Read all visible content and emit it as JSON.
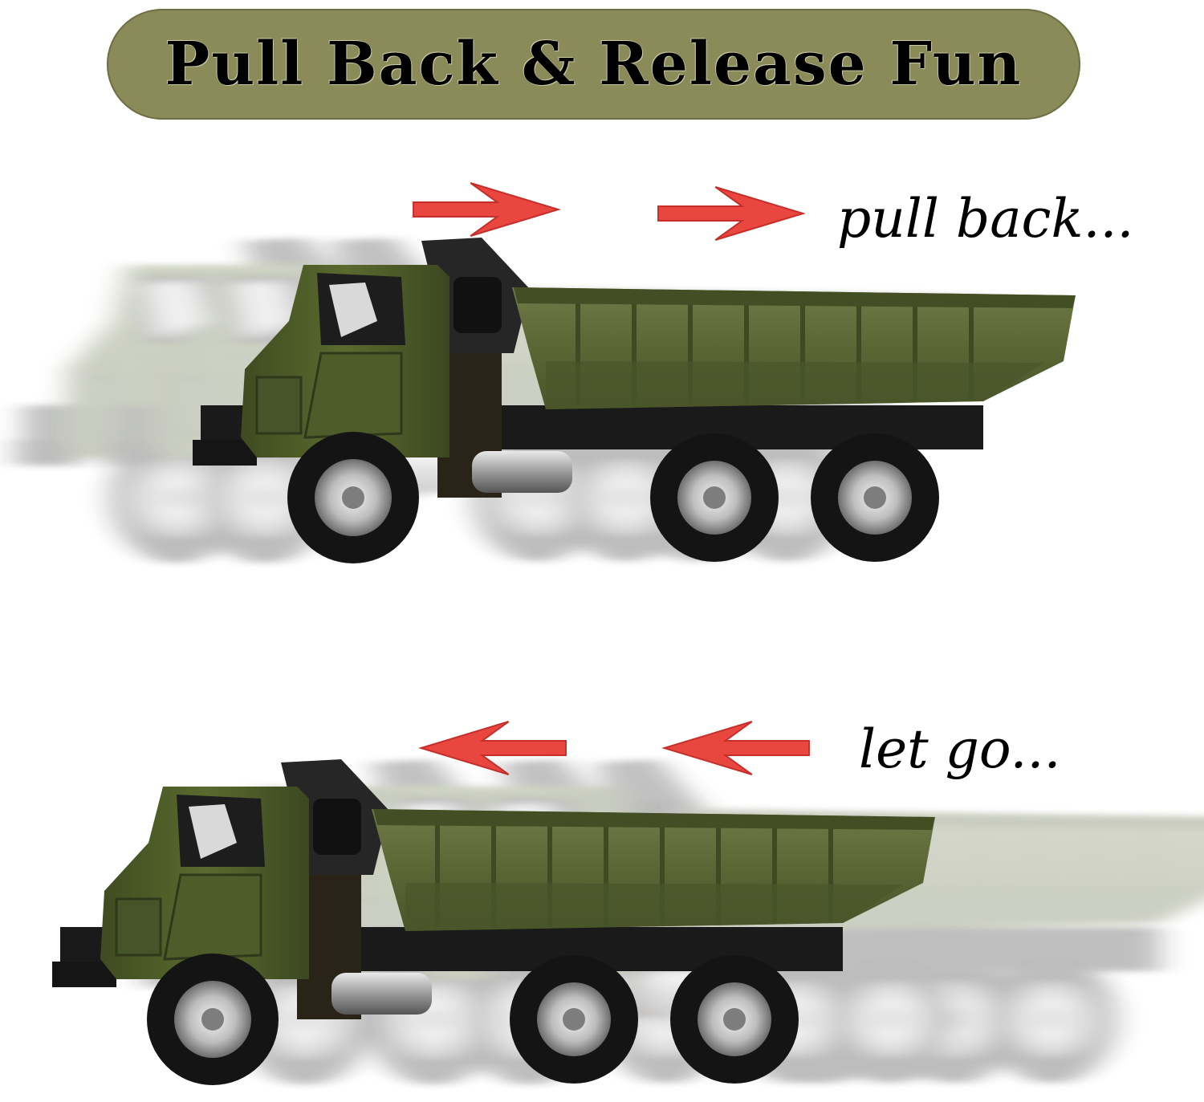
{
  "banner": {
    "title": "Pull Back & Release Fun"
  },
  "steps": [
    {
      "caption": "pull back...",
      "direction": "right"
    },
    {
      "caption": "let go...",
      "direction": "left"
    }
  ],
  "colors": {
    "banner_bg": "#8b8b5a",
    "arrow": "#e8463f",
    "truck_body": "#4f5e2c",
    "truck_dark": "#3a4620",
    "tire": "#141414",
    "chassis": "#1a1a1a"
  },
  "icons": [
    "arrow-right-icon",
    "arrow-left-icon",
    "dump-truck-illustration"
  ]
}
